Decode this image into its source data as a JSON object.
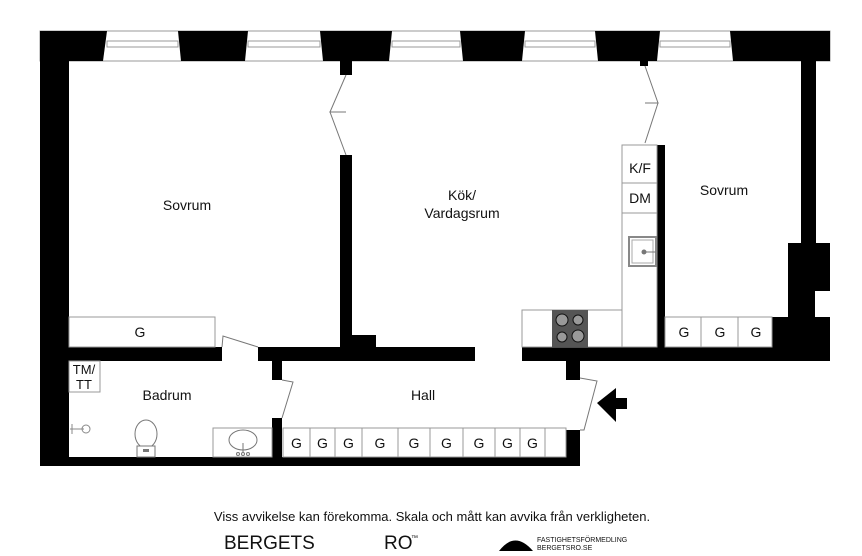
{
  "rooms": {
    "bedroom_left": "Sovrum",
    "kitchen_line1": "Kök/",
    "kitchen_line2": "Vardagsrum",
    "bedroom_right": "Sovrum",
    "bathroom": "Badrum",
    "hall": "Hall"
  },
  "fixtures": {
    "wardrobe": "G",
    "fridge_freezer": "K/F",
    "dishwasher": "DM",
    "washer_line1": "TM/",
    "washer_line2": "TT"
  },
  "wardrobes_left_count": 1,
  "wardrobes_right": [
    "G",
    "G",
    "G"
  ],
  "wardrobes_hall": [
    "G",
    "G",
    "G",
    "G",
    "G",
    "G",
    "G",
    "G",
    "G"
  ],
  "footer": {
    "disclaimer": "Viss avvikelse kan förekomma. Skala och mått kan avvika från verkligheten.",
    "brand_left": "BERGETS",
    "brand_right": "RO",
    "brand_tm": "™",
    "agency_line1": "FASTIGHETSFÖRMEDLING",
    "agency_line2": "BERGETSRO.SE"
  }
}
